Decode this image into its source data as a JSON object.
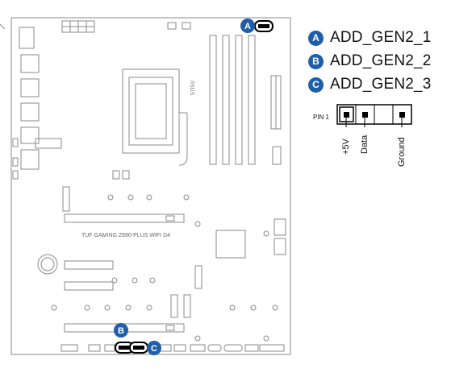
{
  "board": {
    "model_label": "TUF GAMING Z690-PLUS WIFI D4",
    "brand_mark": "/ISUS"
  },
  "markers": {
    "a": "A",
    "b": "B",
    "c": "C"
  },
  "legend": {
    "items": [
      {
        "badge": "A",
        "label": "ADD_GEN2_1"
      },
      {
        "badge": "B",
        "label": "ADD_GEN2_2"
      },
      {
        "badge": "C",
        "label": "ADD_GEN2_3"
      }
    ]
  },
  "pinout": {
    "pin1_label": "PIN 1",
    "pins": [
      "+5V",
      "Data",
      "Ground"
    ]
  },
  "colors": {
    "badge_blue": "#1f5ea8",
    "line_gray": "#8a8a8a"
  }
}
